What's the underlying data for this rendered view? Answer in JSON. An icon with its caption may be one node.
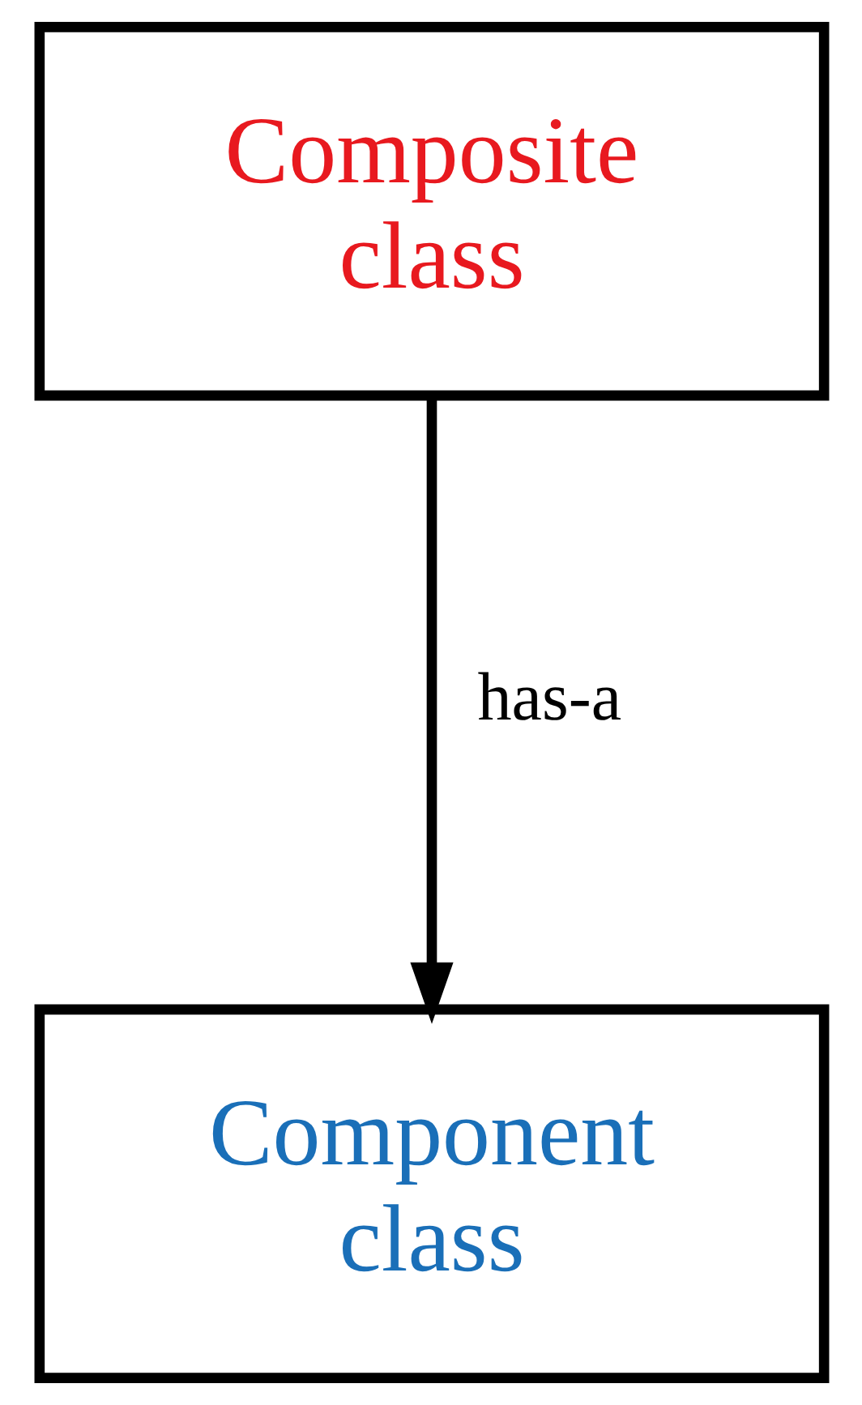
{
  "diagram": {
    "nodes": [
      {
        "text": [
          "Composite class"
        ]
      },
      {
        "text": [
          "Component class"
        ]
      }
    ],
    "edges": [
      {
        "from": 0,
        "to": 1,
        "arrow": "to",
        "label": "has-a"
      }
    ]
  }
}
